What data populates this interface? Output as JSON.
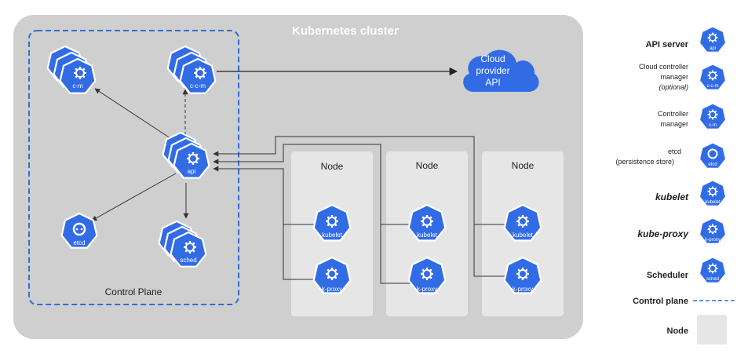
{
  "cluster": {
    "title": "Kubernetes cluster"
  },
  "control_plane": {
    "label": "Control Plane",
    "components": {
      "cm": "c-m",
      "ccm": "c-c-m",
      "api": "api",
      "etcd": "etcd",
      "sched": "sched"
    }
  },
  "cloud": {
    "line1": "Cloud",
    "line2": "provider",
    "line3": "API"
  },
  "nodes": [
    {
      "title": "Node",
      "kubelet": "kubelet",
      "kproxy": "k-proxy"
    },
    {
      "title": "Node",
      "kubelet": "kubelet",
      "kproxy": "k-proxy"
    },
    {
      "title": "Node",
      "kubelet": "kubelet",
      "kproxy": "k-proxy"
    }
  ],
  "legend": {
    "api_server": "API server",
    "api_badge": "api",
    "ccm_line1": "Cloud controller",
    "ccm_line2": "manager",
    "ccm_line3": "(optional)",
    "ccm_badge": "c-c-m",
    "cm_line1": "Controller",
    "cm_line2": "manager",
    "cm_badge": "c-m",
    "etcd_line1": "etcd",
    "etcd_line2": "(persistence store)",
    "etcd_badge": "etcd",
    "kubelet": "kubelet",
    "kubelet_badge": "kubelet",
    "kube_proxy": "kube-proxy",
    "kproxy_badge": "k-proxy",
    "scheduler": "Scheduler",
    "sched_badge": "sched",
    "control_plane": "Control plane",
    "node": "Node"
  },
  "colors": {
    "cluster_bg": "#cfcfcf",
    "node_bg": "#e6e6e6",
    "k8s_blue": "#326ce5",
    "cp_border": "#2e6fd9",
    "arrow": "#333333"
  }
}
